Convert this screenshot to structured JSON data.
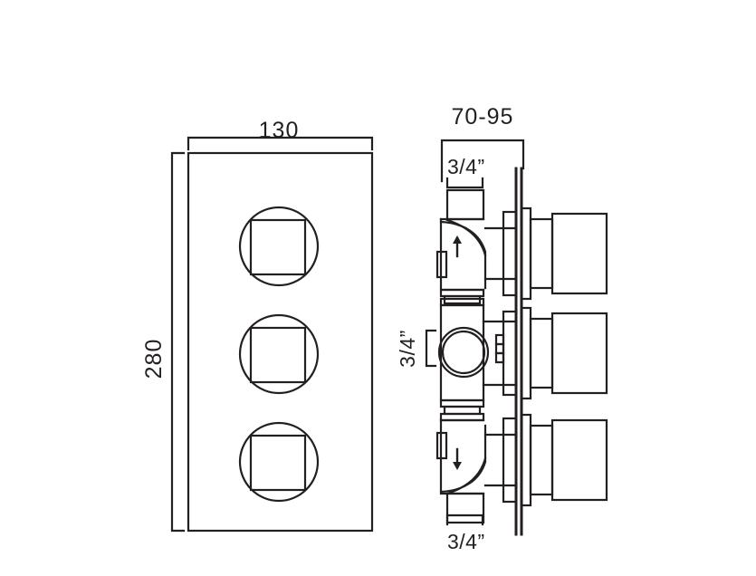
{
  "drawing": {
    "title": "Concealed thermostatic shower valve — technical dimension drawing",
    "line_color": "#231f20",
    "fill_color": "#ffffff",
    "background": "#ffffff",
    "dimensions": {
      "faceplate_width": "130",
      "faceplate_height": "280",
      "wall_depth_range": "70-95",
      "inlet_top": "3/4”",
      "inlet_middle": "3/4”",
      "inlet_bottom": "3/4”"
    },
    "views": {
      "front": {
        "name": "front-elevation",
        "handle_count": 3,
        "handle_shape": "circle-with-square"
      },
      "side": {
        "name": "side-section",
        "valve_count": 3,
        "flow_arrows": [
          "up",
          "down"
        ]
      }
    },
    "units_note": ""
  }
}
